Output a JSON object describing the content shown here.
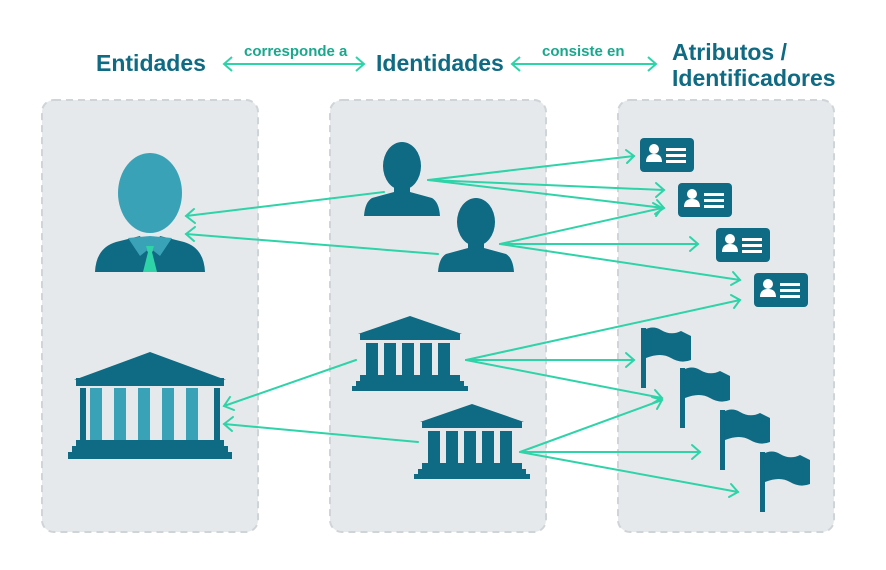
{
  "headers": {
    "entities": "Entidades",
    "identities": "Identidades",
    "attributes_line1": "Atributos /",
    "attributes_line2": "Identificadores"
  },
  "relations": {
    "corresponds": "corresponde a",
    "consists": "consiste en"
  },
  "colors": {
    "dark_teal": "#0f6a83",
    "person_teal": "#3aa2b6",
    "arrow_green": "#2ed3a8",
    "label_green": "#1aa88d",
    "panel_gray": "#e6e9ec",
    "panel_border": "#cfd4d8"
  },
  "icons": {
    "entity_person": "businessman-icon",
    "entity_institution": "bank-building-icon",
    "identity_person": "person-silhouette-icon",
    "identity_institution": "institution-icon",
    "attribute_card": "id-card-icon",
    "attribute_flag": "flag-icon"
  }
}
